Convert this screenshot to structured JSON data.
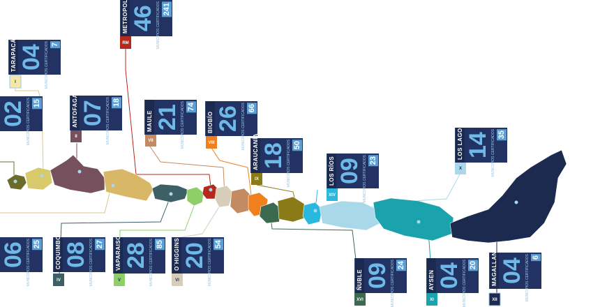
{
  "colors": {
    "card_bg": "#1c2a4f",
    "number": "#6fb9e8",
    "accent": "#5a9fd6"
  },
  "regions": [
    {
      "name": "TARAPACÁ",
      "roman": "I",
      "main": "04",
      "sub": "7",
      "color": "#f4e7a8"
    },
    {
      "name": "ANTOFAGASTA",
      "roman": "II",
      "main": "07",
      "sub": "18",
      "color": "#76505d"
    },
    {
      "name": "METROPOLITANA",
      "roman": "RM",
      "main": "46",
      "sub": "241",
      "color": "#b5281c"
    },
    {
      "name": "MAULE",
      "roman": "VII",
      "main": "21",
      "sub": "74",
      "color": "#c48a62"
    },
    {
      "name": "BIOBÍO",
      "roman": "VIII",
      "main": "26",
      "sub": "66",
      "color": "#f07f1e"
    },
    {
      "name": "ARAUCANÍA",
      "roman": "IX",
      "main": "18",
      "sub": "50",
      "color": "#8a7a18"
    },
    {
      "name": "LOS RÍOS",
      "roman": "XIV",
      "main": "09",
      "sub": "23",
      "color": "#2ab8e0"
    },
    {
      "name": "LOS LAGOS",
      "roman": "X",
      "main": "14",
      "sub": "35",
      "color": "#a8d8ea"
    },
    {
      "name": "",
      "roman": "",
      "main": "02",
      "sub": "15",
      "color": "#6b6b2a"
    },
    {
      "name": "",
      "roman": "",
      "main": "06",
      "sub": "25",
      "color": "#d8b866"
    },
    {
      "name": "COQUIMBO",
      "roman": "IV",
      "main": "08",
      "sub": "27",
      "color": "#3d5f66"
    },
    {
      "name": "VAPARAISO",
      "roman": "V",
      "main": "28",
      "sub": "85",
      "color": "#8fcf6a"
    },
    {
      "name": "O´HIGGINS",
      "roman": "VI",
      "main": "20",
      "sub": "54",
      "color": "#d8cdb8"
    },
    {
      "name": "ÑUBLE",
      "roman": "XVI",
      "main": "09",
      "sub": "24",
      "color": "#3b6a4e"
    },
    {
      "name": "AYSEN",
      "roman": "XI",
      "main": "04",
      "sub": "20",
      "color": "#1aa3ad"
    },
    {
      "name": "MAGALLANES",
      "roman": "XII",
      "main": "04",
      "sub": "6",
      "color": "#1c2a4f"
    }
  ],
  "sub_text_1": "MUNICIPIOS",
  "sub_text_2": "CERTIFICADOS",
  "sub_label": "MUNICIPIOS CERTIFICADOS"
}
